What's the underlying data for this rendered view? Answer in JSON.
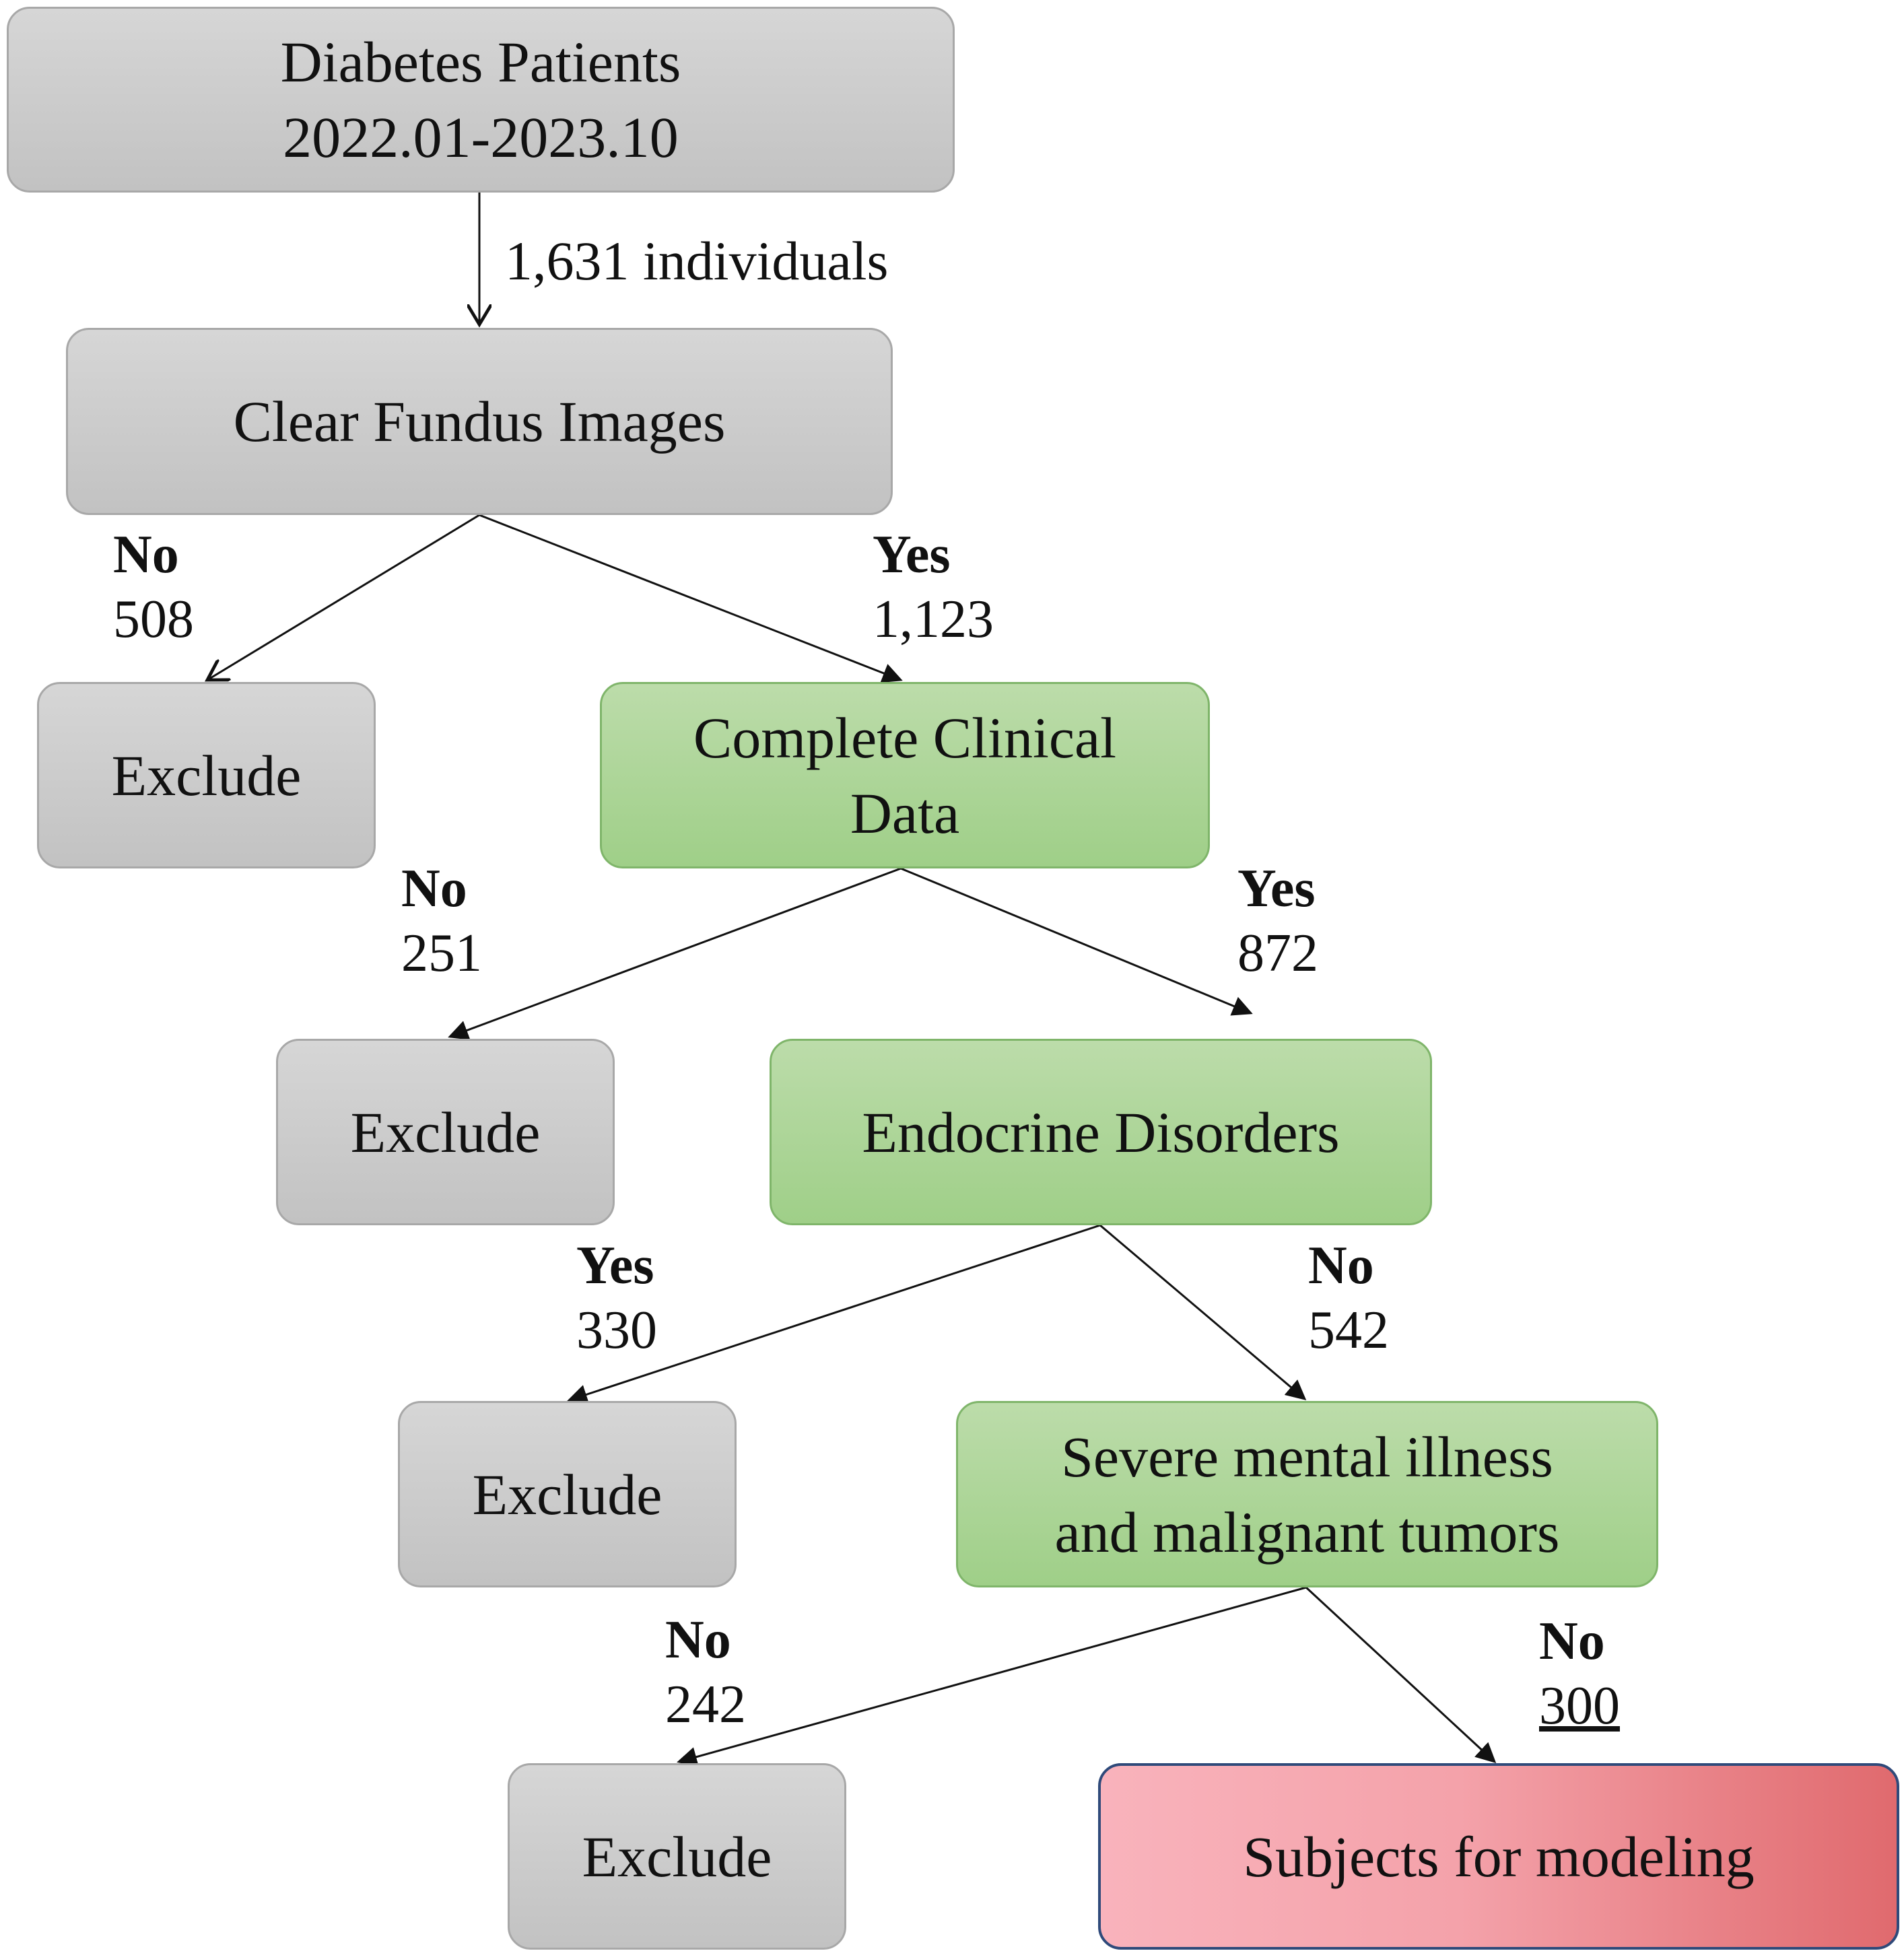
{
  "nodes": {
    "start": {
      "line1": "Diabetes Patients",
      "line2": "2022.01-2023.10"
    },
    "fundus": {
      "text": "Clear Fundus Images"
    },
    "exclude1": {
      "text": "Exclude"
    },
    "clinical": {
      "line1": "Complete Clinical",
      "line2": "Data"
    },
    "exclude2": {
      "text": "Exclude"
    },
    "endocrine": {
      "text": "Endocrine Disorders"
    },
    "exclude3": {
      "text": "Exclude"
    },
    "severe": {
      "line1": "Severe mental illness",
      "line2": "and malignant tumors"
    },
    "exclude4": {
      "text": "Exclude"
    },
    "final": {
      "text": "Subjects for modeling"
    }
  },
  "edges": {
    "start_to_fundus": "1,631 individuals",
    "fundus_no": {
      "answer": "No",
      "count": "508"
    },
    "fundus_yes": {
      "answer": "Yes",
      "count": "1,123"
    },
    "clinical_no": {
      "answer": "No",
      "count": "251"
    },
    "clinical_yes": {
      "answer": "Yes",
      "count": "872"
    },
    "endocrine_yes": {
      "answer": "Yes",
      "count": "330"
    },
    "endocrine_no": {
      "answer": "No",
      "count": "542"
    },
    "severe_no_exclude": {
      "answer": "No",
      "count": "242"
    },
    "severe_no_final": {
      "answer": "No",
      "count": "300"
    }
  },
  "colors": {
    "gray_box": "#c8c8c8",
    "green_box": "#a9d394",
    "final_box_start": "#f9b3bc",
    "final_box_end": "#e06a6e",
    "final_border": "#2f4a7a"
  }
}
